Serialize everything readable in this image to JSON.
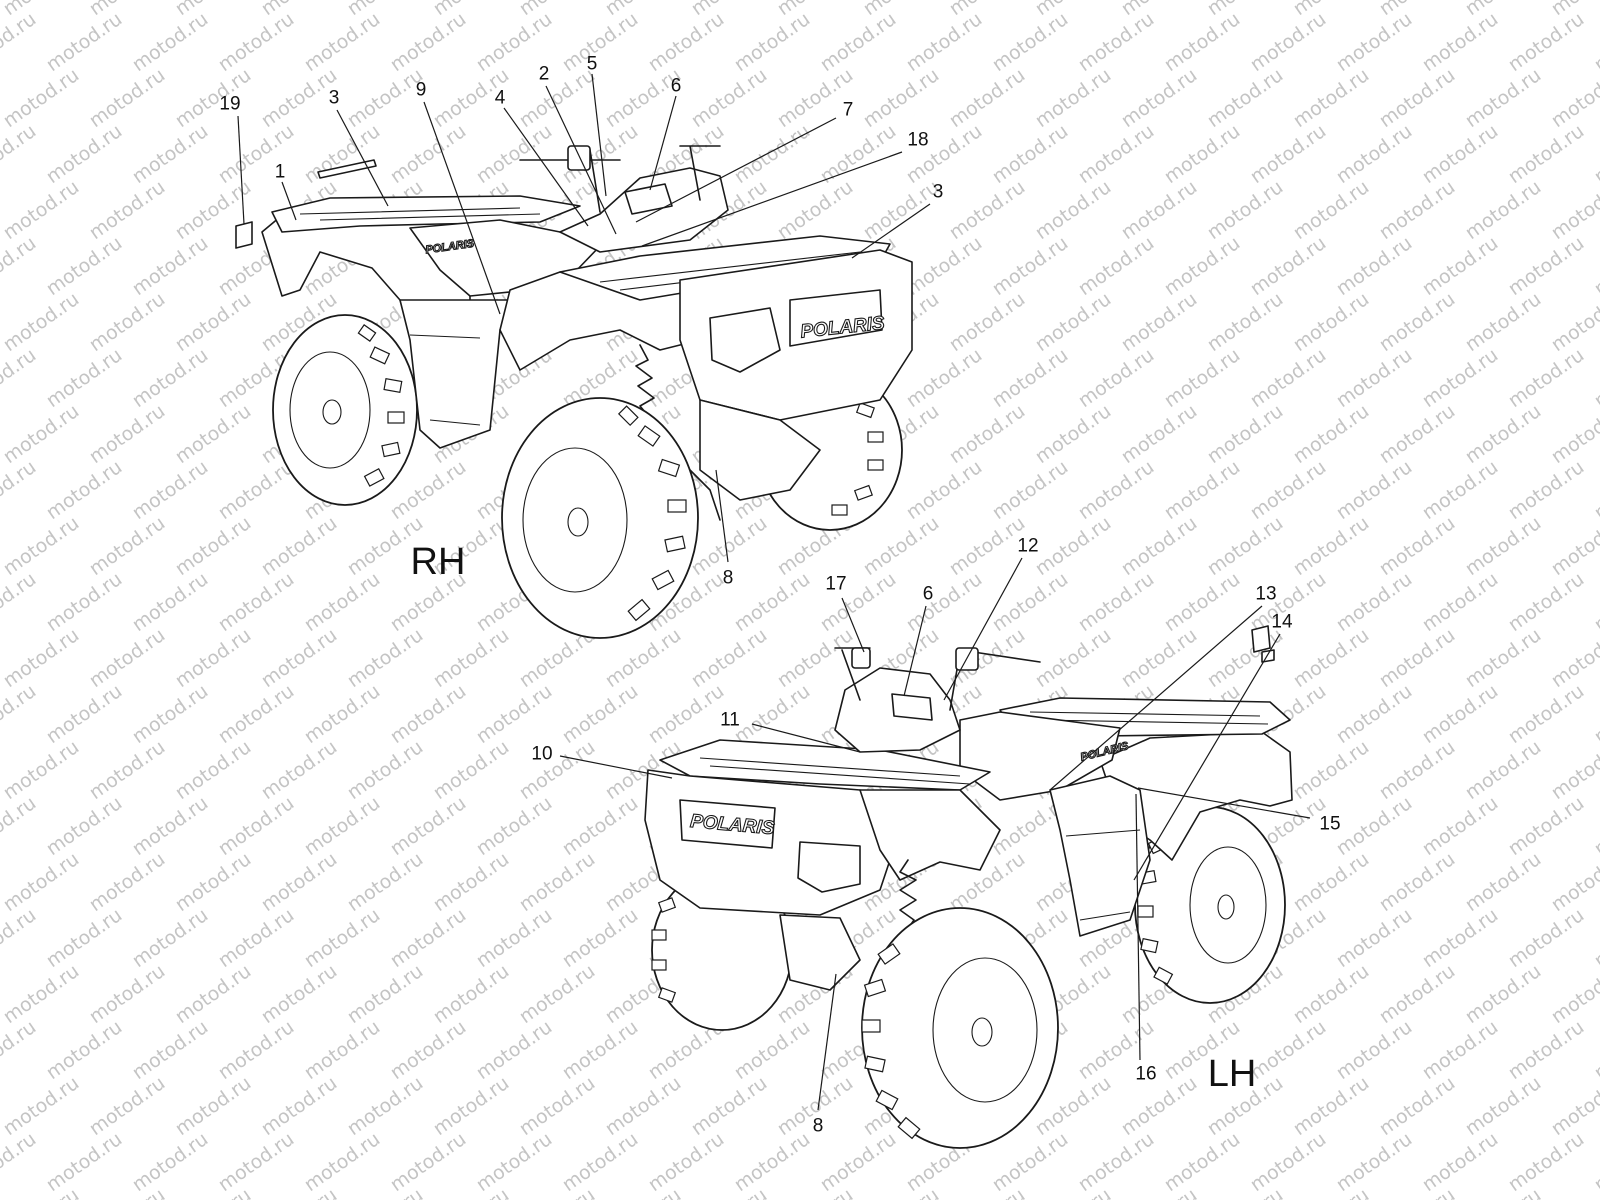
{
  "watermark": {
    "text": "motod.ru"
  },
  "brand": {
    "text": "POLARIS"
  },
  "views": [
    {
      "id": "rh",
      "label": "RH"
    },
    {
      "id": "lh",
      "label": "LH"
    }
  ],
  "callouts": {
    "rh": [
      "19",
      "3",
      "1",
      "9",
      "4",
      "2",
      "5",
      "6",
      "7",
      "18",
      "3",
      "8"
    ],
    "lh": [
      "17",
      "6",
      "12",
      "13",
      "14",
      "11",
      "10",
      "15",
      "8",
      "16"
    ]
  }
}
